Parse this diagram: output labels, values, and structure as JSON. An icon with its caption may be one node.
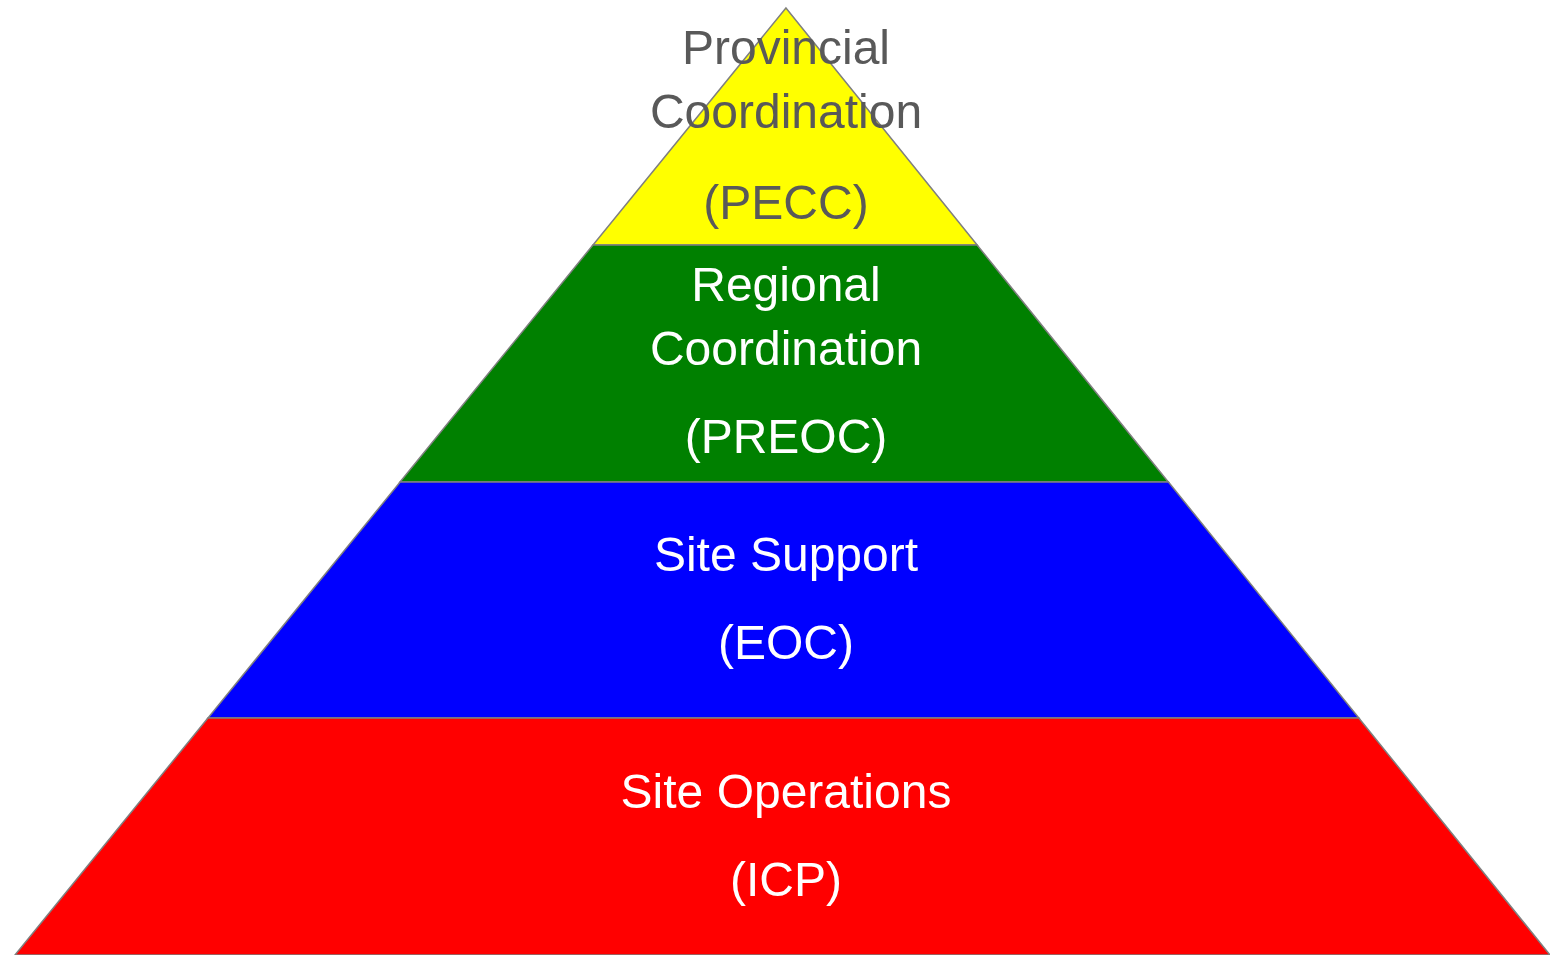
{
  "diagram": {
    "nodes": [
      {
        "text": [
          "Provincial Coordination",
          "(PECC)"
        ]
      },
      {
        "text": [
          "Regional Coordination",
          "(PREOC)"
        ]
      },
      {
        "text": [
          "Site Support",
          "(EOC)"
        ]
      },
      {
        "text": [
          "Site Operations",
          "(ICP)"
        ]
      }
    ]
  }
}
